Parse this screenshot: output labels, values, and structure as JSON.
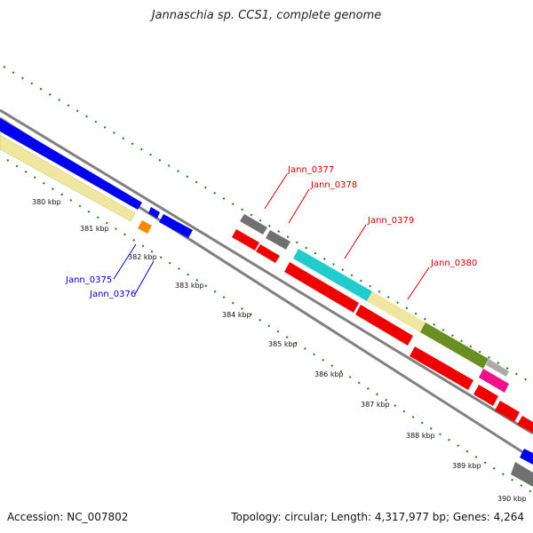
{
  "title": "Jannaschia sp. CCS1, complete genome",
  "footer": {
    "accession": "Accession: NC_007802",
    "summary": "Topology: circular; Length: 4,317,977 bp; Genes: 4,264"
  },
  "scale_labels": [
    "380 kbp",
    "381 kbp",
    "382 kbp",
    "383 kbp",
    "384 kbp",
    "385 kbp",
    "386 kbp",
    "387 kbp",
    "388 kbp",
    "389 kbp",
    "390 kbp"
  ],
  "gene_labels": [
    {
      "text": "Jann_0377",
      "color": "#d00000"
    },
    {
      "text": "Jann_0378",
      "color": "#d00000"
    },
    {
      "text": "Jann_0379",
      "color": "#d00000"
    },
    {
      "text": "Jann_0380",
      "color": "#d00000"
    },
    {
      "text": "Jann_0375",
      "color": "#0000cc"
    },
    {
      "text": "Jann_0376",
      "color": "#0000cc"
    }
  ],
  "colors": {
    "backbone": "#808080",
    "gc_skew_ticks": "#1a7a1a",
    "blue_feature": "#0000ee",
    "red_feature": "#ee0000",
    "grey_feature": "#707070",
    "yellow_feature": "#efe6a0",
    "cyan_feature": "#22cccc",
    "olive_feature": "#6b8e23",
    "pink_feature": "#ee1188",
    "orange_feature": "#ff8800"
  }
}
